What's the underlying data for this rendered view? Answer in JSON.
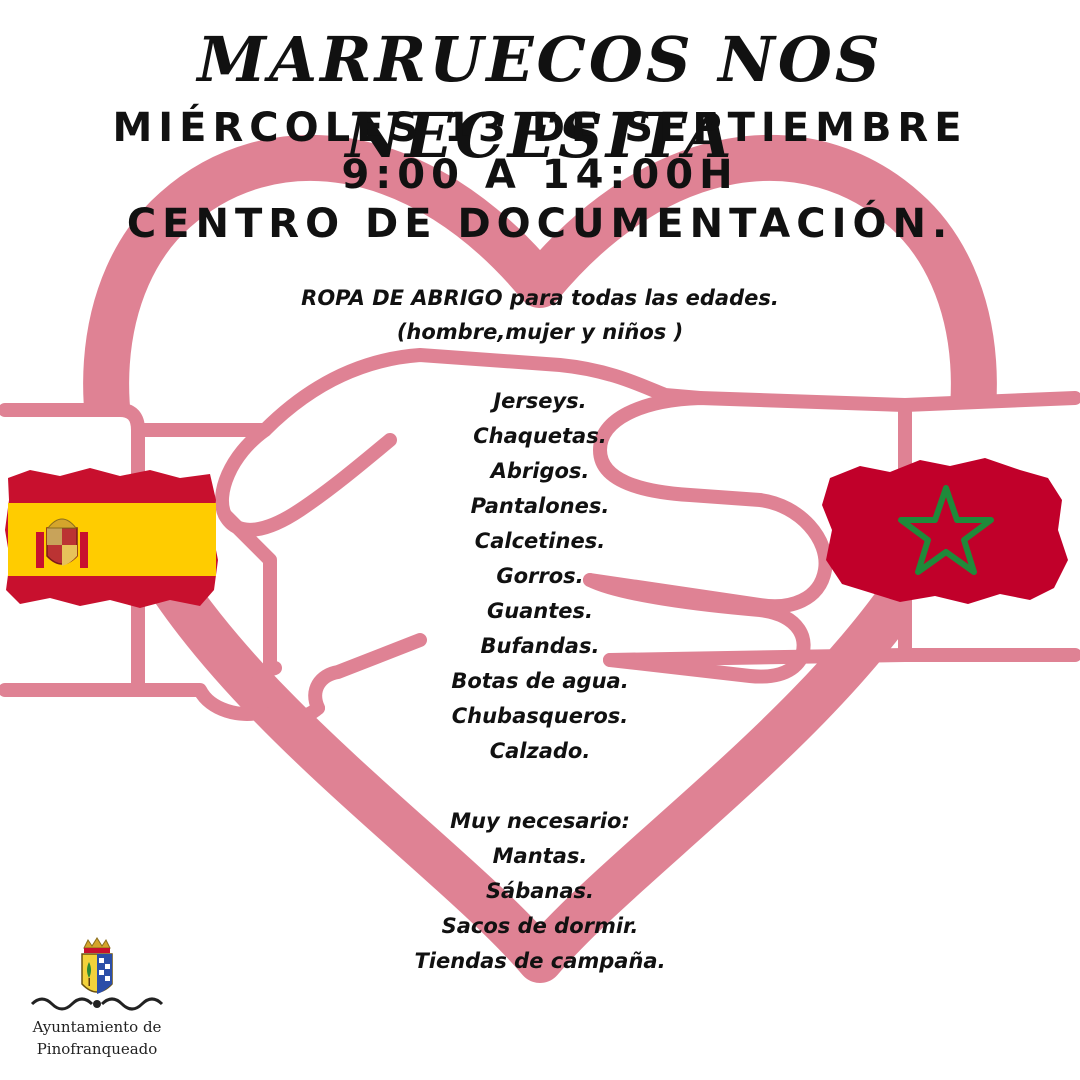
{
  "title": "MARRUECOS NOS NECESITA",
  "date_line": "MIÉRCOLES 13 DE SEPTIEMBRE",
  "time_line": "9:00 A 14:00H",
  "place_line": "CENTRO DE DOCUMENTACIÓN.",
  "intro": {
    "line1": "ROPA DE ABRIGO para todas las edades.",
    "line2": "(hombre,mujer y niños )"
  },
  "items": [
    "Jerseys.",
    "Chaquetas.",
    "Abrigos.",
    "Pantalones.",
    "Calcetines.",
    "Gorros.",
    "Guantes.",
    "Bufandas.",
    "Botas de agua.",
    "Chubasqueros.",
    "Calzado."
  ],
  "necessary": {
    "heading": "Muy necesario:",
    "items": [
      "Mantas.",
      "Sábanas.",
      "Sacos de dormir.",
      "Tiendas de campaña."
    ]
  },
  "logo": {
    "line1": "Ayuntamiento de",
    "line2": "Pinofranqueado"
  },
  "colors": {
    "heart": "#df8294",
    "spain_red": "#c8102e",
    "spain_yellow": "#ffcc00",
    "morocco_red": "#c1002a",
    "morocco_star": "#1f8a3a",
    "text": "#111111"
  },
  "icons": {
    "heart": "heart-outline-icon",
    "handshake": "handshake-icon",
    "spain_flag": "spain-flag-icon",
    "morocco_flag": "morocco-flag-icon",
    "coat_of_arms": "coat-of-arms-icon"
  }
}
